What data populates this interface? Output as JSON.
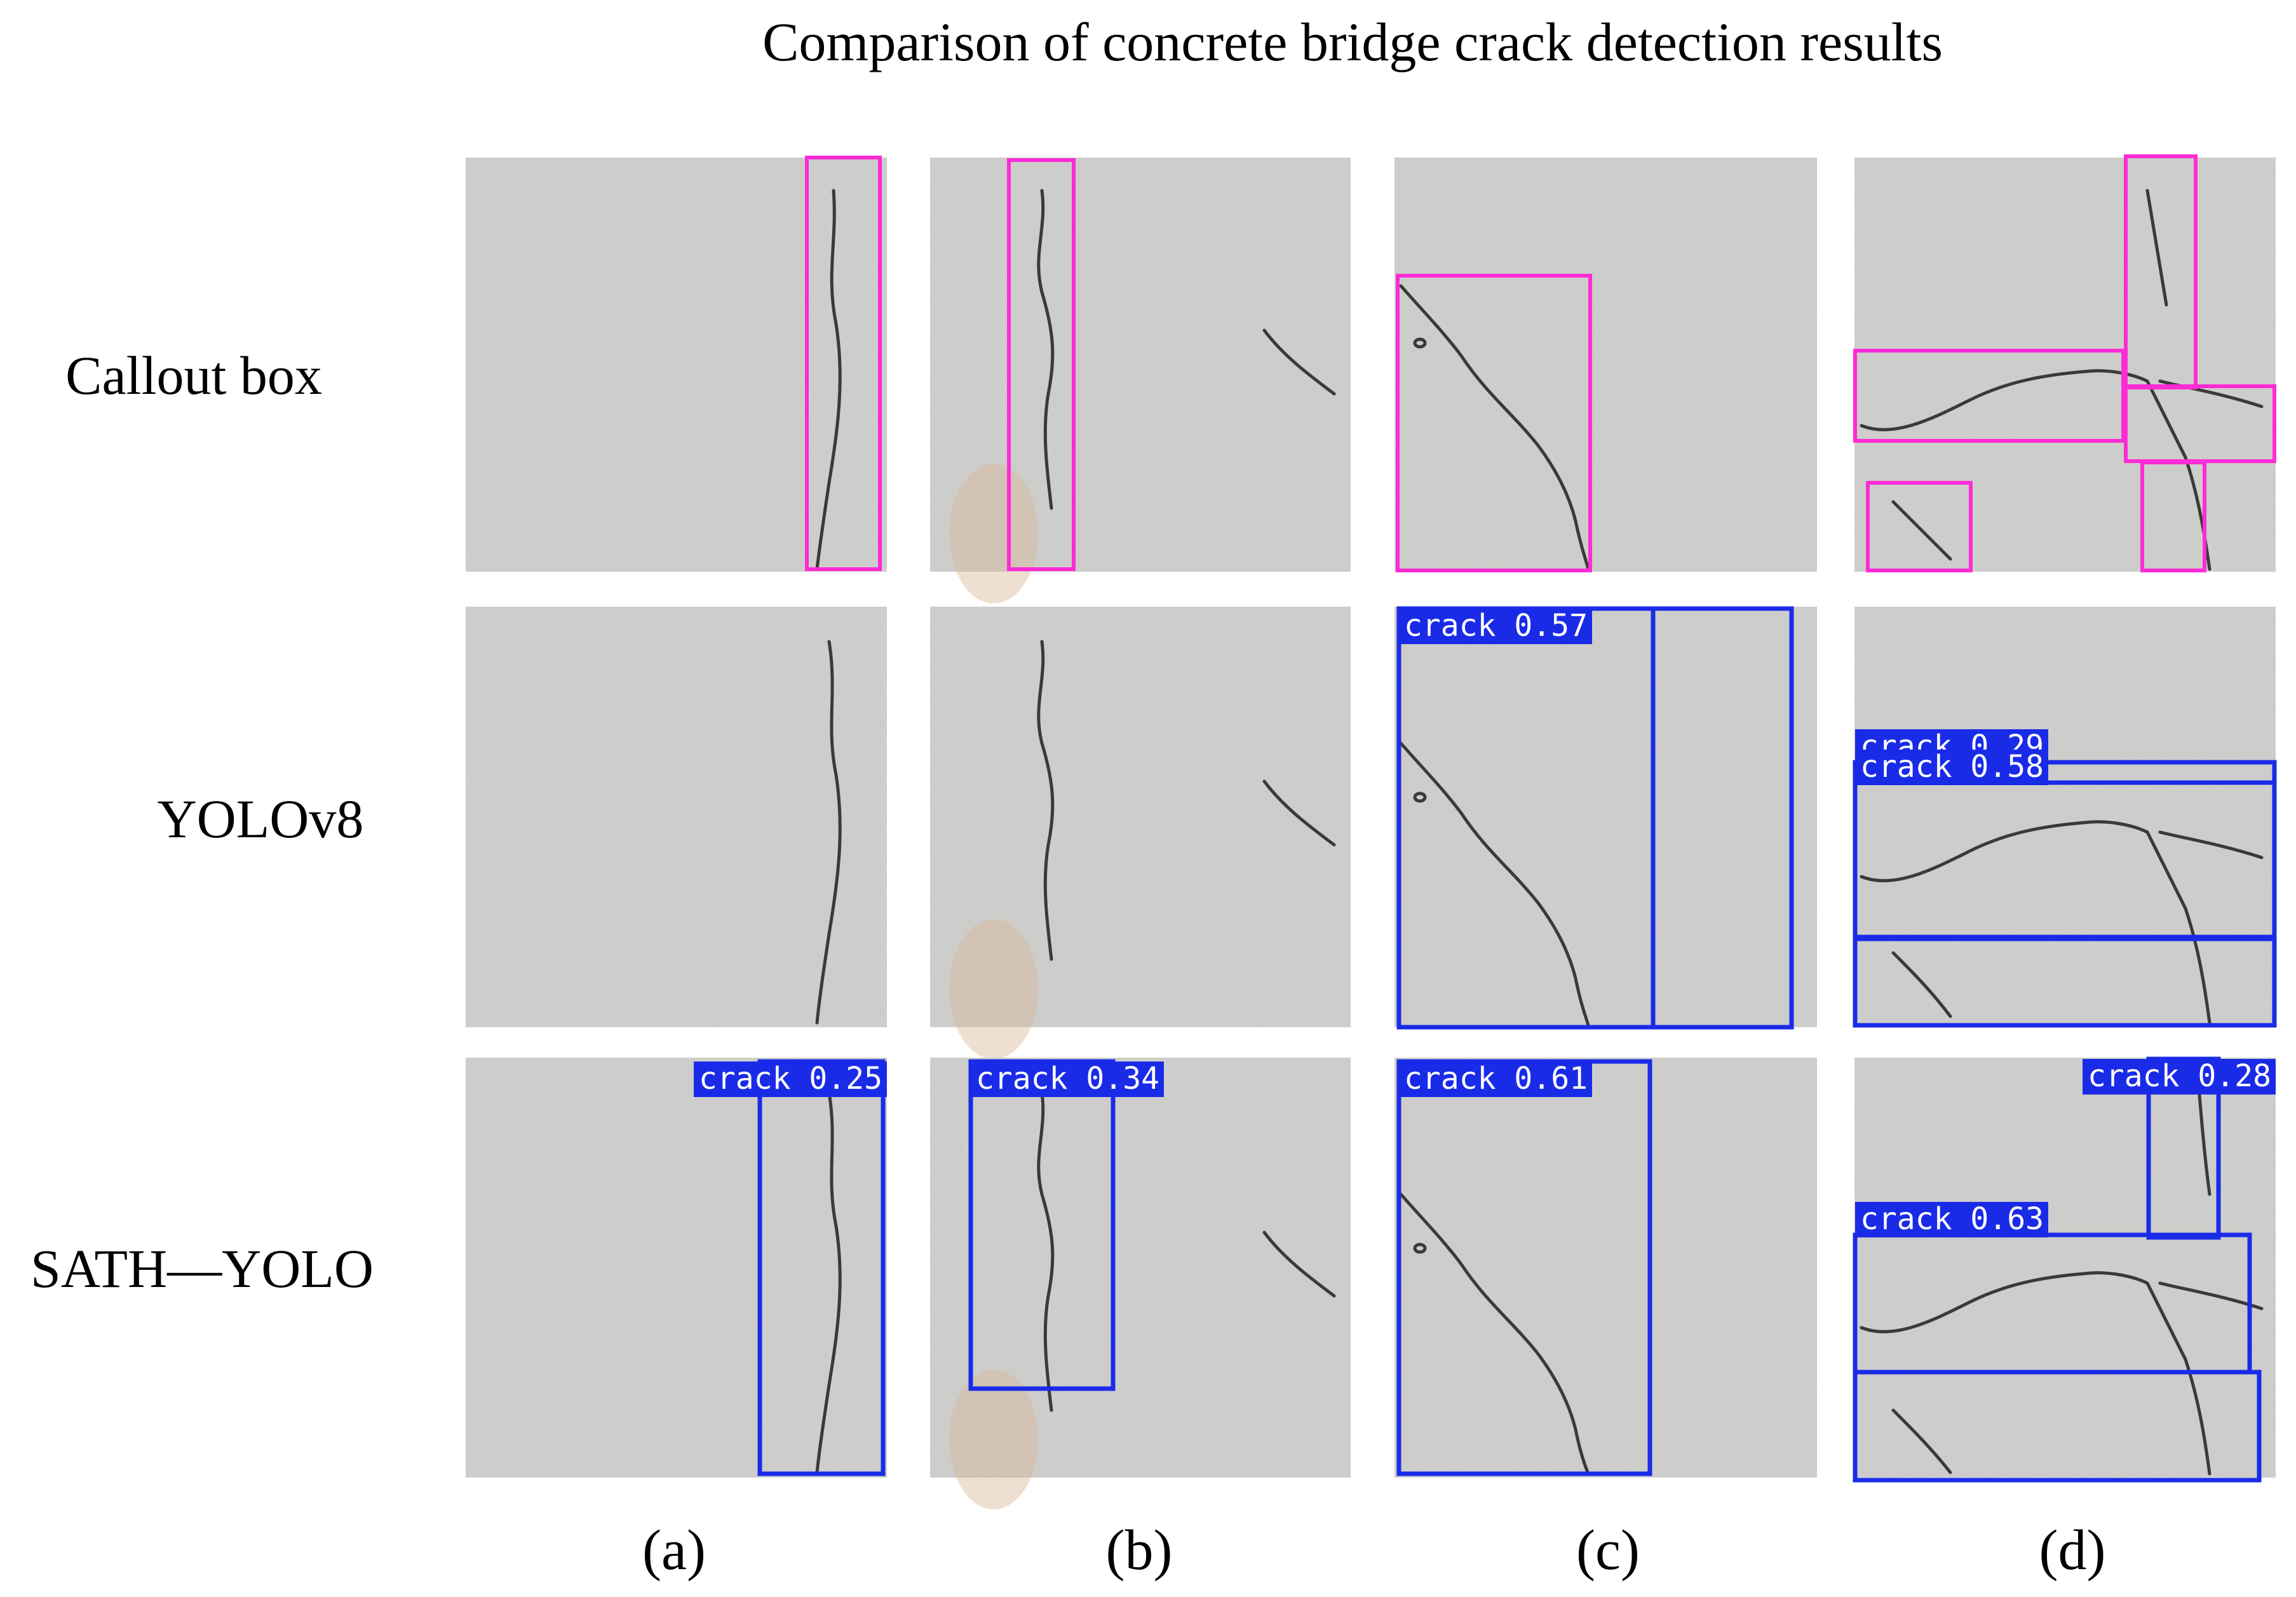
{
  "title": "Comparison of concrete bridge crack detection results",
  "row_labels": [
    "Callout box",
    "YOLOv8",
    "SATH—YOLO"
  ],
  "column_labels": [
    "(a)",
    "(b)",
    "(c)",
    "(d)"
  ],
  "colors": {
    "background": "#ffffff",
    "concrete": "#cfcfcd",
    "crack_line": "#3a3a3a",
    "callout_box": "#ff2bd6",
    "prediction_box": "#1a2be8",
    "prediction_label_text": "#ffffff"
  },
  "panels": [
    {
      "row": 0,
      "col": 0,
      "boxes": [
        {
          "style": "callout",
          "label": ""
        }
      ]
    },
    {
      "row": 0,
      "col": 1,
      "boxes": [
        {
          "style": "callout",
          "label": ""
        }
      ]
    },
    {
      "row": 0,
      "col": 2,
      "boxes": [
        {
          "style": "callout",
          "label": ""
        }
      ]
    },
    {
      "row": 0,
      "col": 3,
      "boxes": [
        {
          "style": "callout",
          "label": ""
        },
        {
          "style": "callout",
          "label": ""
        },
        {
          "style": "callout",
          "label": ""
        },
        {
          "style": "callout",
          "label": ""
        },
        {
          "style": "callout",
          "label": ""
        }
      ]
    },
    {
      "row": 1,
      "col": 0,
      "boxes": []
    },
    {
      "row": 1,
      "col": 1,
      "boxes": []
    },
    {
      "row": 1,
      "col": 2,
      "boxes": [
        {
          "style": "pred",
          "label": "crack 0.57"
        },
        {
          "style": "pred",
          "label": ""
        }
      ]
    },
    {
      "row": 1,
      "col": 3,
      "boxes": [
        {
          "style": "pred",
          "label": "crack 0.29"
        },
        {
          "style": "pred",
          "label": "crack 0.58"
        },
        {
          "style": "pred",
          "label": ""
        }
      ]
    },
    {
      "row": 2,
      "col": 0,
      "boxes": [
        {
          "style": "pred",
          "label": "crack 0.25"
        }
      ]
    },
    {
      "row": 2,
      "col": 1,
      "boxes": [
        {
          "style": "pred",
          "label": "crack 0.34"
        }
      ]
    },
    {
      "row": 2,
      "col": 2,
      "boxes": [
        {
          "style": "pred",
          "label": "crack 0.61"
        }
      ]
    },
    {
      "row": 2,
      "col": 3,
      "boxes": [
        {
          "style": "pred",
          "label": "crack 0.28"
        },
        {
          "style": "pred",
          "label": "crack 0.63"
        },
        {
          "style": "pred",
          "label": ""
        }
      ]
    }
  ]
}
